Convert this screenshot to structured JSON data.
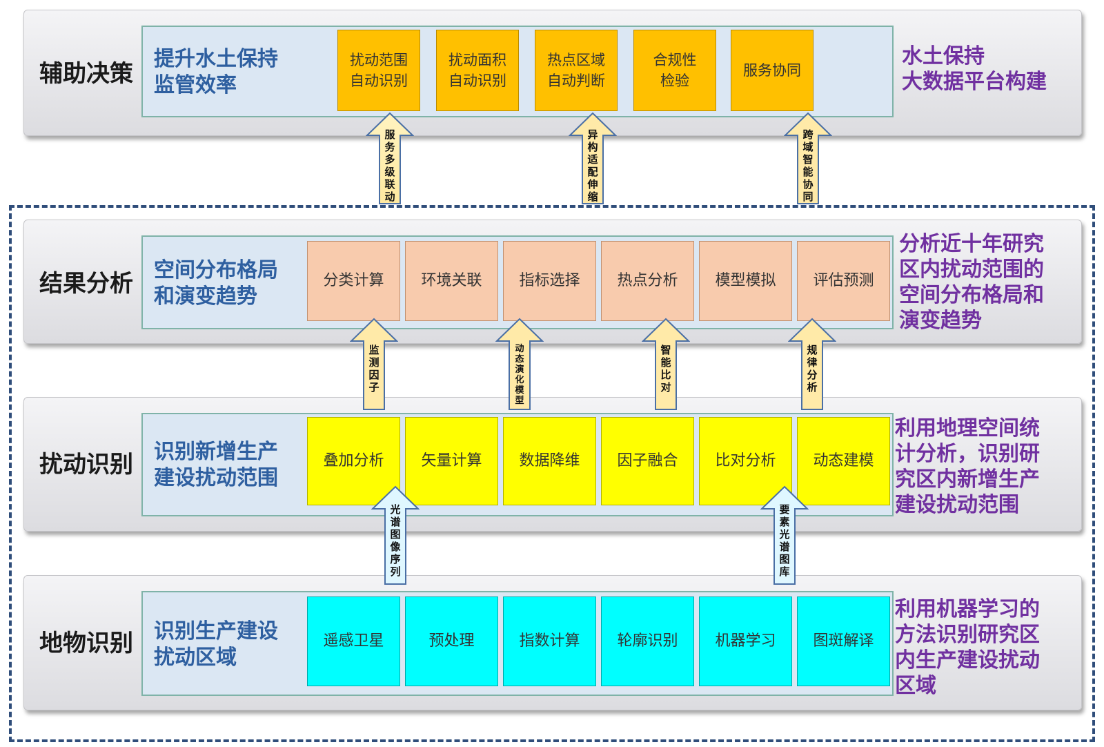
{
  "layers": {
    "decision": {
      "title": "辅助决策",
      "goal": "提升水土保持\n监管效率",
      "boxes": [
        "扰动范围\n自动识别",
        "扰动面积\n自动识别",
        "热点区域\n自动判断",
        "合规性\n检验",
        "服务协同"
      ],
      "note": "水土保持\n大数据平台构建"
    },
    "analysis": {
      "title": "结果分析",
      "goal": "空间分布格局\n和演变趋势",
      "boxes": [
        "分类计算",
        "环境关联",
        "指标选择",
        "热点分析",
        "模型模拟",
        "评估预测"
      ],
      "note": "分析近十年研究\n区内扰动范围的\n空间分布格局和\n演变趋势"
    },
    "disturbance": {
      "title": "扰动识别",
      "goal": "识别新增生产\n建设扰动范围",
      "boxes": [
        "叠加分析",
        "矢量计算",
        "数据降维",
        "因子融合",
        "比对分析",
        "动态建模"
      ],
      "note": "利用地理空间统\n计分析，识别研\n究区内新增生产\n建设扰动范围"
    },
    "feature": {
      "title": "地物识别",
      "goal": "识别生产建设\n扰动区域",
      "boxes": [
        "遥感卫星",
        "预处理",
        "指数计算",
        "轮廓识别",
        "机器学习",
        "图斑解译"
      ],
      "note": "利用机器学习的\n方法识别研究区\n内生产建设扰动\n区域"
    }
  },
  "arrows": {
    "top": [
      "服务多级联动",
      "异构适配伸缩",
      "跨域智能协同"
    ],
    "middle": [
      "监测因子",
      "动态演化模型",
      "智能比对",
      "规律分析"
    ],
    "bottom": [
      "光谱图像序列",
      "要素光谱图库"
    ]
  },
  "colors": {
    "decision_box": "#ffc000",
    "analysis_box": "#f8cbad",
    "disturbance_box": "#ffff00",
    "feature_box": "#00ffff",
    "goal_text": "#2e5fa0",
    "note_text": "#7030a0",
    "frame": "#2f4d7a"
  }
}
